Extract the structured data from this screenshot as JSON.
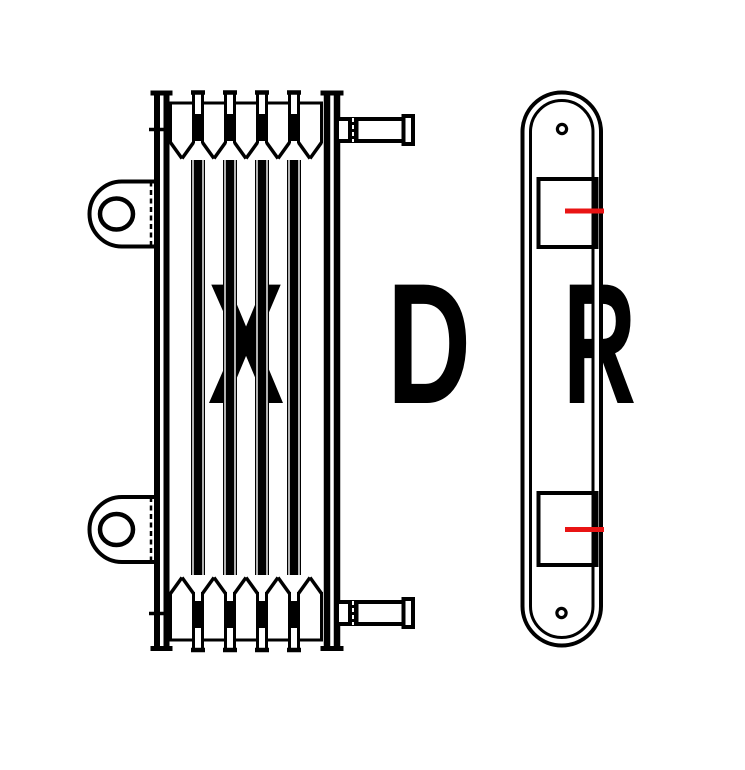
{
  "watermark": {
    "letter1": "X",
    "letter2": "D",
    "letter3": "R"
  },
  "colors": {
    "line": "#000000",
    "marker_red": "#e91414",
    "background": "#ffffff"
  },
  "views": {
    "front_view_name": "oil-cooler-front-view",
    "side_view_name": "oil-cooler-side-view"
  }
}
